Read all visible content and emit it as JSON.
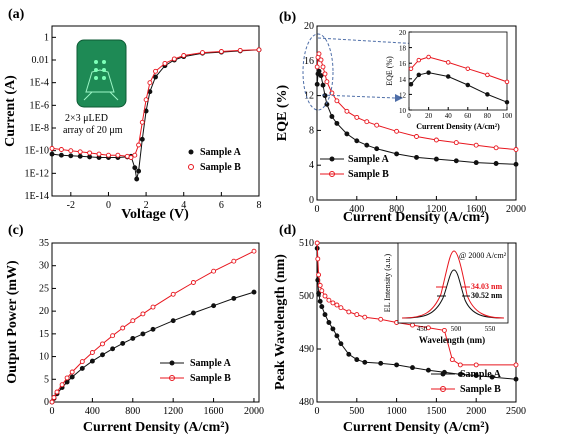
{
  "colors": {
    "sample_a": "#111111",
    "sample_b": "#e8161e",
    "inset_bg": "#1e8a55",
    "inset_led": "#7dffb8",
    "arrow": "#4e6ea8"
  },
  "chart_data": [
    {
      "panel": "(a)",
      "type": "line",
      "scale_y": "log",
      "xlabel": "Voltage (V)",
      "ylabel": "Current (A)",
      "xlim": [
        -3,
        8
      ],
      "ylim_exp": [
        -14,
        1
      ],
      "xticks": [
        "-2",
        "0",
        "2",
        "4",
        "6",
        "8"
      ],
      "yticks": [
        "1",
        "0.01",
        "1E-4",
        "1E-6",
        "1E-8",
        "1E-10",
        "1E-12",
        "1E-14"
      ],
      "inset_label": [
        "2×3 μLED",
        "array of 20 μm"
      ],
      "legend_position": "lower-right",
      "series": [
        {
          "name": "Sample A",
          "x": [
            -3,
            -2.5,
            -2,
            -1.5,
            -1,
            -0.5,
            0,
            0.5,
            1,
            1.2,
            1.4,
            1.5,
            1.6,
            1.8,
            2,
            2.2,
            2.5,
            3,
            3.5,
            4,
            5,
            6,
            7,
            8
          ],
          "log10_y": [
            -10.3,
            -10.4,
            -10.45,
            -10.5,
            -10.55,
            -10.6,
            -10.6,
            -10.6,
            -10.55,
            -10.5,
            -11.5,
            -12.5,
            -11.8,
            -9,
            -6.5,
            -4.8,
            -3.5,
            -2.5,
            -2,
            -1.7,
            -1.4,
            -1.3,
            -1.2,
            -1.1
          ]
        },
        {
          "name": "Sample B",
          "x": [
            -3,
            -2.5,
            -2,
            -1.5,
            -1,
            -0.5,
            0,
            0.5,
            1,
            1.2,
            1.4,
            1.6,
            1.8,
            2,
            2.2,
            2.5,
            3,
            3.5,
            4,
            5,
            6,
            7,
            8
          ],
          "log10_y": [
            -9.8,
            -9.9,
            -10,
            -10.1,
            -10.2,
            -10.3,
            -10.4,
            -10.4,
            -10.5,
            -10.6,
            -10.4,
            -9.5,
            -7.5,
            -5.5,
            -4,
            -3,
            -2.3,
            -1.9,
            -1.6,
            -1.35,
            -1.25,
            -1.15,
            -1.1
          ]
        }
      ]
    },
    {
      "panel": "(b)",
      "type": "line",
      "xlabel": "Current Density  (A/cm²)",
      "ylabel": "EQE (%)",
      "xlim": [
        0,
        2000
      ],
      "ylim": [
        0,
        20
      ],
      "xticks": [
        "0",
        "400",
        "800",
        "1200",
        "1600",
        "2000"
      ],
      "yticks": [
        "0",
        "4",
        "8",
        "12",
        "16",
        "20"
      ],
      "legend_position": "lower-left",
      "series": [
        {
          "name": "Sample A",
          "x": [
            2,
            10,
            20,
            40,
            60,
            80,
            100,
            150,
            200,
            300,
            400,
            500,
            600,
            800,
            1000,
            1200,
            1400,
            1600,
            1800,
            2000
          ],
          "y": [
            13.3,
            14.5,
            14.8,
            14.3,
            13.2,
            12,
            11,
            9.6,
            8.8,
            7.6,
            6.8,
            6.3,
            5.9,
            5.3,
            4.9,
            4.7,
            4.5,
            4.3,
            4.2,
            4.1
          ]
        },
        {
          "name": "Sample B",
          "x": [
            2,
            10,
            20,
            40,
            60,
            80,
            100,
            150,
            200,
            300,
            400,
            500,
            600,
            800,
            1000,
            1200,
            1400,
            1600,
            1800,
            2000
          ],
          "y": [
            15.3,
            16.4,
            16.8,
            16.1,
            15.3,
            14.5,
            13.6,
            12.3,
            11.4,
            10.2,
            9.5,
            9,
            8.6,
            7.9,
            7.3,
            6.9,
            6.6,
            6.3,
            6.0,
            5.8
          ]
        }
      ],
      "inset": {
        "xlabel": "Current Density  (A/cm²)",
        "ylabel": "EQE (%)",
        "xlim": [
          0,
          100
        ],
        "ylim": [
          10,
          20
        ],
        "xticks": [
          "0",
          "20",
          "40",
          "60",
          "80",
          "100"
        ],
        "yticks": [
          "10",
          "12",
          "14",
          "16",
          "18",
          "20"
        ]
      }
    },
    {
      "panel": "(c)",
      "type": "line",
      "xlabel": "Current Density  (A/cm²)",
      "ylabel": "Output Power (mW)",
      "xlim": [
        0,
        2050
      ],
      "ylim": [
        0,
        35
      ],
      "xticks": [
        "0",
        "400",
        "800",
        "1200",
        "1600",
        "2000"
      ],
      "yticks": [
        "0",
        "5",
        "10",
        "15",
        "20",
        "25",
        "30",
        "35"
      ],
      "legend_position": "lower-right",
      "series": [
        {
          "name": "Sample A",
          "x": [
            0,
            20,
            50,
            100,
            150,
            200,
            300,
            400,
            500,
            600,
            700,
            800,
            900,
            1000,
            1200,
            1400,
            1600,
            1800,
            2000
          ],
          "y": [
            0,
            0.8,
            1.8,
            3.2,
            4.4,
            5.5,
            7.4,
            9,
            10.4,
            11.7,
            12.9,
            14,
            15,
            16,
            17.9,
            19.6,
            21.2,
            22.8,
            24.2
          ]
        },
        {
          "name": "Sample B",
          "x": [
            0,
            20,
            50,
            100,
            150,
            200,
            300,
            400,
            500,
            600,
            700,
            800,
            900,
            1000,
            1200,
            1400,
            1600,
            1800,
            2000
          ],
          "y": [
            0,
            1,
            2.2,
            3.8,
            5.3,
            6.6,
            8.9,
            10.9,
            12.8,
            14.6,
            16.3,
            17.9,
            19.4,
            20.9,
            23.7,
            26.3,
            28.8,
            31,
            33.2
          ]
        }
      ]
    },
    {
      "panel": "(d)",
      "type": "line",
      "xlabel": "Current Density  (A/cm²)",
      "ylabel": "Peak Wavelength (nm)",
      "xlim": [
        0,
        2500
      ],
      "ylim": [
        480,
        510
      ],
      "xticks": [
        "0",
        "500",
        "1000",
        "1500",
        "2000",
        "2500"
      ],
      "yticks": [
        "480",
        "490",
        "500",
        "510"
      ],
      "legend_position": "lower-right",
      "series": [
        {
          "name": "Sample A",
          "x": [
            2,
            10,
            20,
            40,
            60,
            100,
            150,
            200,
            250,
            300,
            400,
            500,
            600,
            800,
            1000,
            1200,
            1400,
            1600,
            1800,
            2000,
            2200,
            2500
          ],
          "y": [
            509,
            503,
            500.5,
            499,
            498,
            496.5,
            495,
            493.8,
            492.5,
            491,
            489,
            488,
            487.5,
            487.3,
            487,
            486.5,
            486,
            485.6,
            485.2,
            485,
            484.7,
            484.3
          ]
        },
        {
          "name": "Sample B",
          "x": [
            2,
            10,
            20,
            40,
            60,
            100,
            150,
            200,
            250,
            300,
            400,
            500,
            600,
            800,
            1000,
            1200,
            1400,
            1600,
            1700,
            1800,
            2000,
            2500
          ],
          "y": [
            510,
            507,
            504,
            502,
            501,
            500,
            499.2,
            498.7,
            498.3,
            497.8,
            497,
            496.5,
            496,
            495.6,
            495,
            494.5,
            494,
            493.5,
            488,
            487,
            487,
            487
          ]
        }
      ],
      "inset": {
        "xlabel": "Wavelength (nm)",
        "ylabel": "EL Intensity (a.u.)",
        "xticks": [
          "450",
          "500",
          "550"
        ],
        "annotation": "@ 2000 A/cm²",
        "fwhm_a": "30.52 nm",
        "fwhm_b": "34.03 nm"
      }
    }
  ]
}
